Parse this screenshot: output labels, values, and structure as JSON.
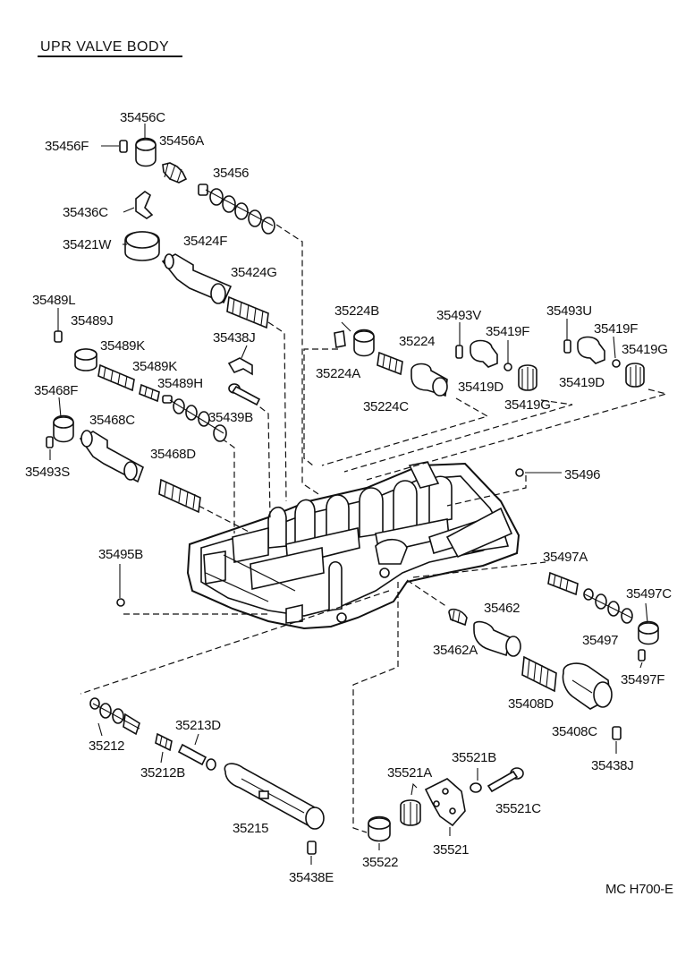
{
  "title": "UPR  VALVE  BODY",
  "footer": "MC  H700-E",
  "labels": {
    "p35456C": "35456C",
    "p35456F": "35456F",
    "p35456A": "35456A",
    "p35456": "35456",
    "p35436C": "35436C",
    "p35421W": "35421W",
    "p35424F": "35424F",
    "p35424G": "35424G",
    "p35489L": "35489L",
    "p35489J": "35489J",
    "p35489K1": "35489K",
    "p35489K2": "35489K",
    "p35489H": "35489H",
    "p35438J_top": "35438J",
    "p35439B": "35439B",
    "p35468F": "35468F",
    "p35468C": "35468C",
    "p35468D": "35468D",
    "p35493S": "35493S",
    "p35495B": "35495B",
    "p35224B": "35224B",
    "p35224A": "35224A",
    "p35224": "35224",
    "p35224C": "35224C",
    "p35493V": "35493V",
    "p35419F_mid": "35419F",
    "p35419D_mid": "35419D",
    "p35419G_mid": "35419G",
    "p35493U": "35493U",
    "p35419F_right": "35419F",
    "p35419G_right": "35419G",
    "p35419D_right": "35419D",
    "p35496": "35496",
    "p35497A": "35497A",
    "p35497C": "35497C",
    "p35497": "35497",
    "p35497F": "35497F",
    "p35462": "35462",
    "p35462A": "35462A",
    "p35408D": "35408D",
    "p35408C": "35408C",
    "p35438J_right": "35438J",
    "p35212": "35212",
    "p35212B": "35212B",
    "p35213D": "35213D",
    "p35215": "35215",
    "p35438E": "35438E",
    "p35521A": "35521A",
    "p35521B": "35521B",
    "p35521C": "35521C",
    "p35521": "35521",
    "p35522": "35522"
  }
}
